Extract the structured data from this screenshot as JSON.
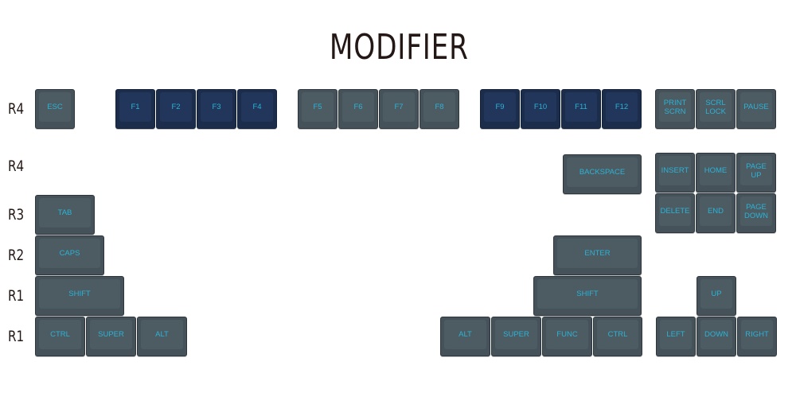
{
  "title": "MODIFIER",
  "row_labels": [
    "R4",
    "R4",
    "R3",
    "R2",
    "R1",
    "R1"
  ],
  "keys": [
    "ESC",
    "F1",
    "F2",
    "F3",
    "F4",
    "F5",
    "F6",
    "F7",
    "F8",
    "F9",
    "F10",
    "F11",
    "F12",
    "PRINT\nSCRN",
    "SCRL\nLOCK",
    "PAUSE",
    "BACKSPACE",
    "INSERT",
    "HOME",
    "PAGE\nUP",
    "TAB",
    "DELETE",
    "END",
    "PAGE\nDOWN",
    "CAPS",
    "ENTER",
    "SHIFT",
    "SHIFT",
    "UP",
    "CTRL",
    "SUPER",
    "ALT",
    "ALT",
    "SUPER",
    "FUNC",
    "CTRL",
    "LEFT",
    "DOWN",
    "RIGHT"
  ],
  "colors": {
    "gray_key": "#45525a",
    "navy_key": "#1b2d4b",
    "legend": "#2bb3d6"
  }
}
